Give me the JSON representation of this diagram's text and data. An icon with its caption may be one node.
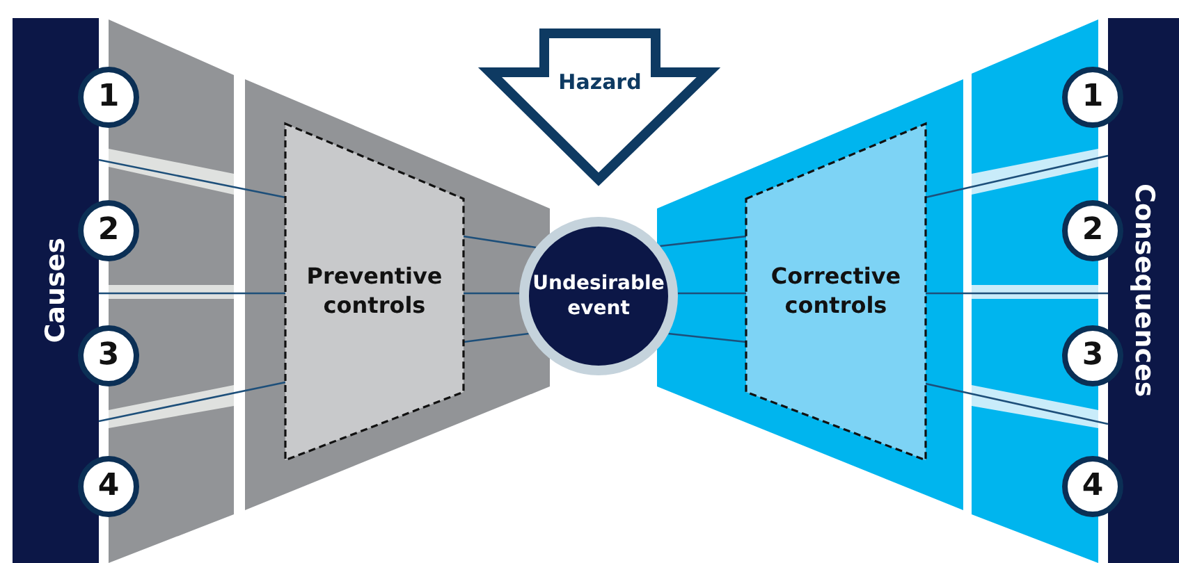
{
  "diagram": {
    "nodes": [
      {
        "text": [
          "Causes"
        ]
      },
      {
        "text": [
          "1"
        ]
      },
      {
        "text": [
          "2"
        ]
      },
      {
        "text": [
          "3"
        ]
      },
      {
        "text": [
          "4"
        ]
      },
      {
        "text": [
          "Preventive controls"
        ]
      },
      {
        "text": [
          "Hazard"
        ]
      },
      {
        "text": [
          "Undesirable event"
        ]
      },
      {
        "text": [
          "Corrective controls"
        ]
      },
      {
        "text": [
          "Consequences"
        ]
      },
      {
        "text": [
          "1"
        ]
      },
      {
        "text": [
          "2"
        ]
      },
      {
        "text": [
          "3"
        ]
      },
      {
        "text": [
          "4"
        ]
      }
    ],
    "edges": [
      {
        "from": 0,
        "to": 5,
        "arrow": "none"
      },
      {
        "from": 0,
        "to": 5,
        "arrow": "none"
      },
      {
        "from": 0,
        "to": 5,
        "arrow": "none"
      },
      {
        "from": 5,
        "to": 7,
        "arrow": "none"
      },
      {
        "from": 5,
        "to": 7,
        "arrow": "none"
      },
      {
        "from": 5,
        "to": 7,
        "arrow": "none"
      },
      {
        "from": 7,
        "to": 8,
        "arrow": "none"
      },
      {
        "from": 7,
        "to": 8,
        "arrow": "none"
      },
      {
        "from": 7,
        "to": 8,
        "arrow": "none"
      },
      {
        "from": 8,
        "to": 9,
        "arrow": "none"
      },
      {
        "from": 8,
        "to": 9,
        "arrow": "none"
      },
      {
        "from": 8,
        "to": 9,
        "arrow": "none"
      }
    ]
  }
}
